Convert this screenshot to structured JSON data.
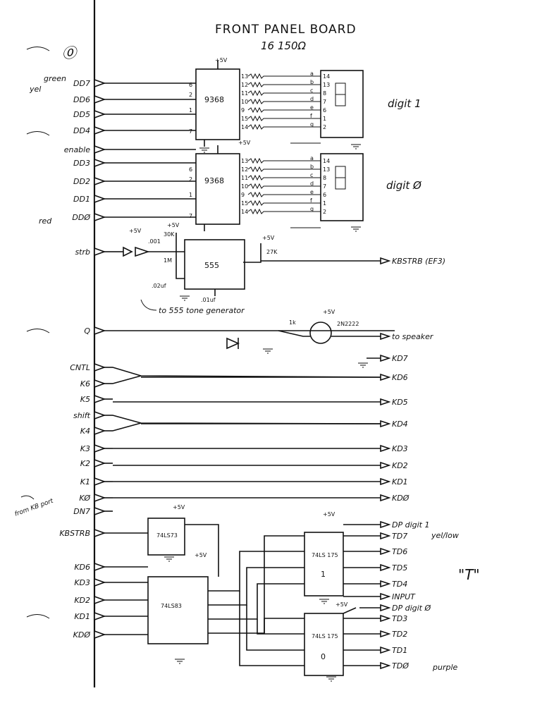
{
  "title": "FRONT PANEL BOARD",
  "margin_notes": {
    "circle": "⓪",
    "green": "green",
    "yel": "yel",
    "red": "red",
    "from_kb_port": "from KB port"
  },
  "signals_left": [
    "DD7",
    "DD6",
    "DD5",
    "DD4",
    "enable",
    "DD3",
    "DD2",
    "DD1",
    "DDØ",
    "strb",
    "Q",
    "CNTL",
    "K6",
    "K5",
    "shift",
    "K4",
    "K3",
    "K2",
    "K1",
    "KØ",
    "DN7",
    "KBSTRB",
    "KD6",
    "KD3",
    "KD2",
    "KD1",
    "KDØ"
  ],
  "signals_right": [
    "KBSTRB (EF3)",
    "to speaker",
    "KD7",
    "KD6",
    "KD5",
    "KD4",
    "KD3",
    "KD2",
    "KD1",
    "KDØ",
    "DP digit 1",
    "TD7",
    "TD6",
    "TD5",
    "TD4",
    "INPUT",
    "DP digit Ø",
    "TD3",
    "TD2",
    "TD1",
    "TDØ"
  ],
  "right_notes": {
    "yellow": "yel/low",
    "purple": "purple",
    "T": "\"T\""
  },
  "components": {
    "decoder": "9368",
    "resistors": "16 150Ω",
    "digit1": "digit 1",
    "digit0": "digit Ø",
    "timer": "555",
    "tone_note": "to 555 tone generator",
    "transistor": "2N2222",
    "latch": "74LS73",
    "adder": "74LS83",
    "reg_a": "74LS 175",
    "reg_b": "74LS 175",
    "reg_a_num": "1",
    "reg_b_num": "0",
    "vcc": "+5V",
    "r_27k": "27K",
    "r_30k": "30K",
    "r_1k": "1k",
    "r_1m": "1M",
    "c_001": ".001",
    "c_02": ".02uf",
    "c_01": ".01uf"
  },
  "seg_letters": [
    "a",
    "b",
    "c",
    "d",
    "e",
    "f",
    "g"
  ],
  "seg_pins_in": [
    "6",
    "2",
    "1",
    "7"
  ],
  "seg_pins_out": [
    "13",
    "12",
    "11",
    "10",
    "9",
    "15",
    "14"
  ],
  "seg_pins_disp": [
    "14",
    "13",
    "8",
    "7",
    "6",
    "1",
    "2"
  ]
}
